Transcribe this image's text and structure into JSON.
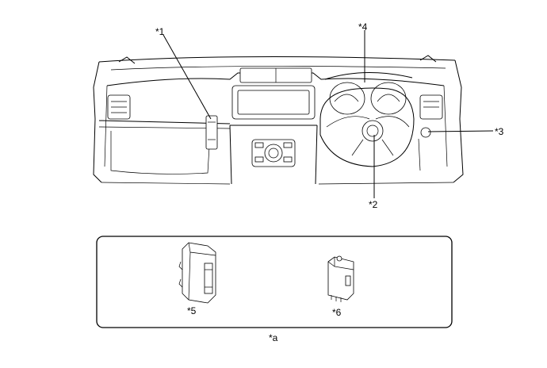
{
  "callouts": {
    "c1": "*1",
    "c2": "*2",
    "c3": "*3",
    "c4": "*4",
    "c5": "*5",
    "c6": "*6",
    "ca": "*a"
  }
}
